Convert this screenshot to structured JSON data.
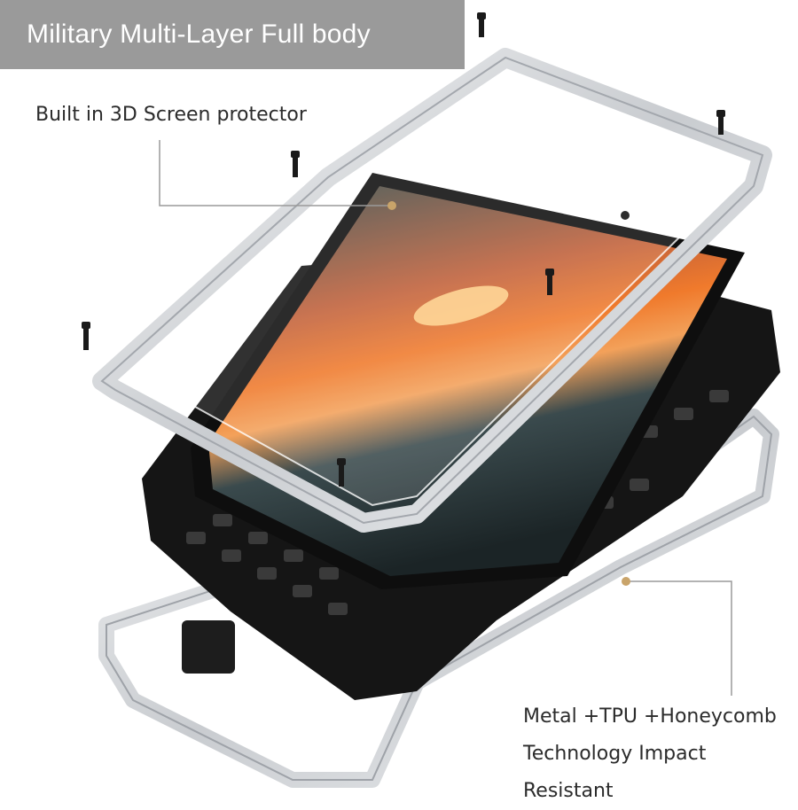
{
  "banner": {
    "title": "Military Multi-Layer Full body"
  },
  "callouts": {
    "screen_protector": "Built in 3D Screen protector",
    "material_line1": "Metal +TPU +Honeycomb",
    "material_line2": "Technology Impact",
    "material_line3": "Resistant"
  },
  "colors": {
    "banner_bg": "#9a9a9a",
    "frame_silver": "#d9dbde",
    "case_black": "#151515",
    "leader_line": "#9a9a9a",
    "leader_dot": "#c9a46a",
    "sunset_orange": "#f07a2c"
  },
  "icons": [
    "screw-icon",
    "leader-dot-icon"
  ]
}
